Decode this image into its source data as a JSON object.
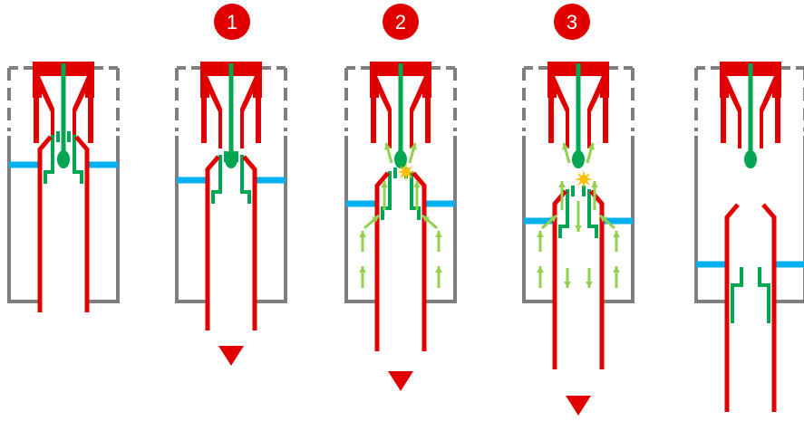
{
  "steps": [
    {
      "label": "1"
    },
    {
      "label": "2"
    },
    {
      "label": "3"
    }
  ],
  "colors": {
    "housing": "#7f7f7f",
    "red_part": "#e00000",
    "green_part": "#00a651",
    "water_line": "#00b0f0",
    "arrow": "#92d050",
    "spark": "#ffc000",
    "badge": "#e00000",
    "badge_text": "#ffffff"
  },
  "icons": {
    "direction_marker": "down-triangle-icon",
    "flow": "arrow-icon",
    "spark": "spark-icon"
  }
}
